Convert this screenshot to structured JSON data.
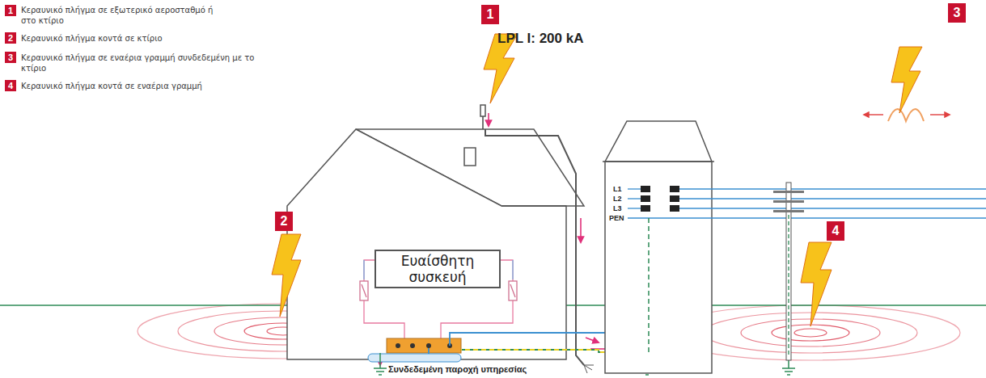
{
  "diagram": {
    "nodes": [
      {
        "text": [
          "Ευαίσθητη συσκευή"
        ]
      }
    ],
    "labels": [
      "1",
      "Κεραυνικό πλήγμα σε εξωτερικό αεροσταθμό ή στο κτίριο",
      "2",
      "Κεραυνικό πλήγμα κοντά σε κτίριο",
      "3",
      "Κεραυνικό πλήγμα σε εναέρια γραμμή συνδεδεμένη με το κτίριο",
      "4",
      "Κεραυνικό πλήγμα κοντά σε εναέρια γραμμή",
      "1",
      "LPL I: 200 kA",
      "3",
      "2",
      "L1",
      "L2",
      "L3",
      "PEN",
      "4",
      "Συνδεδεμένη παροχή υπηρεσίας"
    ]
  }
}
